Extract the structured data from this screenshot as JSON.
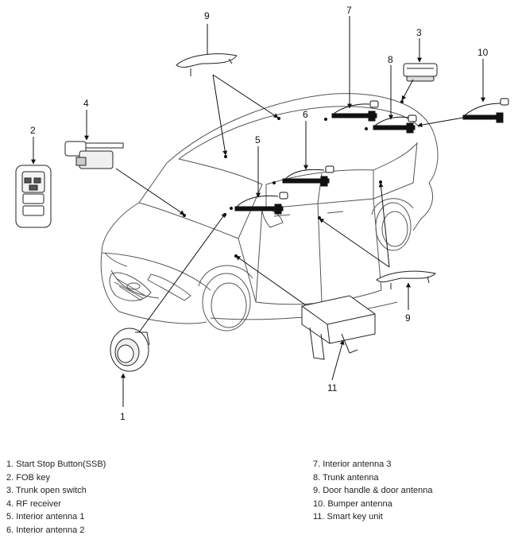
{
  "callouts": {
    "c1": "1",
    "c2": "2",
    "c3": "3",
    "c4": "4",
    "c5": "5",
    "c6": "6",
    "c7": "7",
    "c8": "8",
    "c9a": "9",
    "c9b": "9",
    "c10": "10",
    "c11": "11"
  },
  "legend": {
    "left": [
      "1. Start Stop Button(SSB)",
      "2. FOB key",
      "3. Trunk open switch",
      "4. RF receiver",
      "5. Interior antenna 1",
      "6. Interior antenna 2"
    ],
    "right": [
      "7. Interior antenna 3",
      "8. Trunk antenna",
      "9. Door handle & door antenna",
      "10. Bumper antenna",
      "11. Smart key unit"
    ]
  }
}
